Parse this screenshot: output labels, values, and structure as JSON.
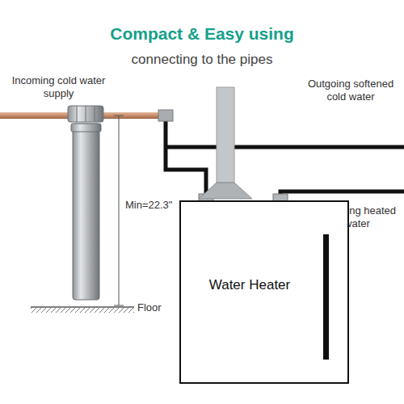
{
  "diagram": {
    "title": "Compact & Easy using",
    "nodes": [
      {
        "text": [
          "Water Heater"
        ]
      }
    ],
    "labels": [
      "connecting to the pipes",
      "Incoming cold water supply",
      "Min=22.3\"",
      "Floor",
      "Outgoing softened cold water",
      "Outgoing heated water"
    ]
  }
}
